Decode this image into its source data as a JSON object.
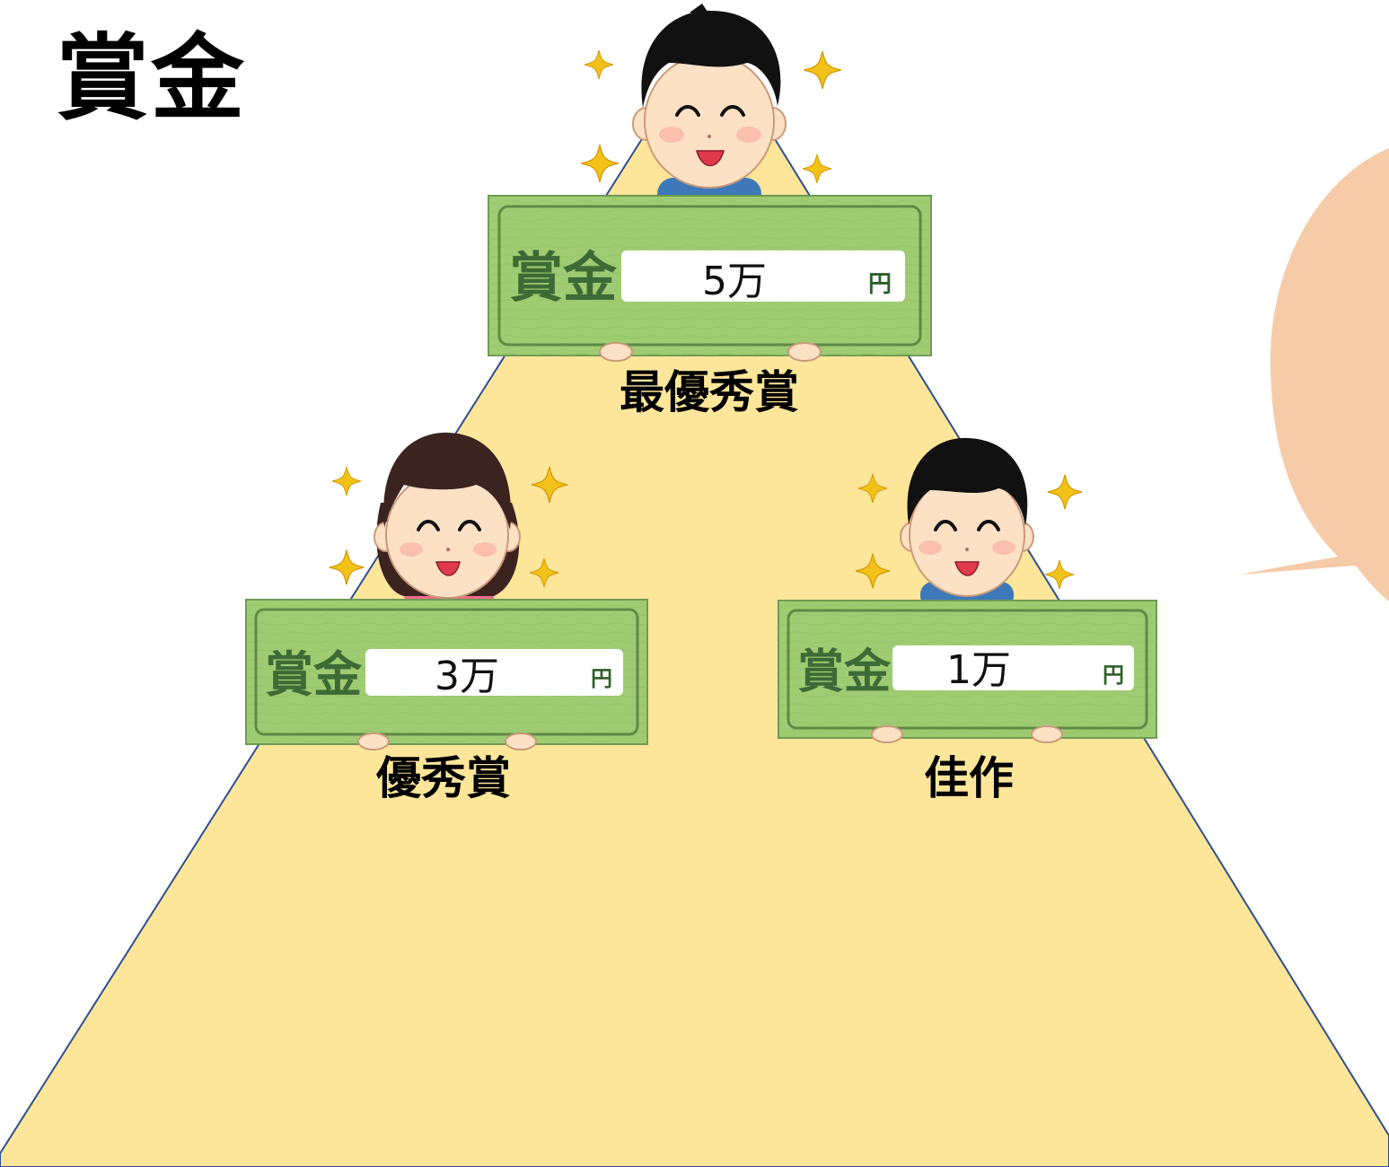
{
  "page": {
    "title": "賞金"
  },
  "prizes": [
    {
      "rank": "最優秀賞",
      "certificate_heading": "賞金",
      "amount": "5万",
      "currency": "円"
    },
    {
      "rank": "優秀賞",
      "certificate_heading": "賞金",
      "amount": "3万",
      "currency": "円"
    },
    {
      "rank": "佳作",
      "certificate_heading": "賞金",
      "amount": "1万",
      "currency": "円"
    }
  ],
  "colors": {
    "pyramid_fill": "#fde59a",
    "pyramid_stroke": "#2f4f8f",
    "speech_bubble": "#f6cba8",
    "certificate_green": "#9fcc72",
    "certificate_border": "#6f9a54",
    "sparkle": "#f2c21b",
    "skin": "#fde1c5",
    "hair": "#111111",
    "man_shirt": "#3d78b9",
    "woman_shirt": "#ef6d8c"
  },
  "icons": [
    "sparkle-icon",
    "person-illustration",
    "prize-certificate",
    "speech-bubble"
  ]
}
